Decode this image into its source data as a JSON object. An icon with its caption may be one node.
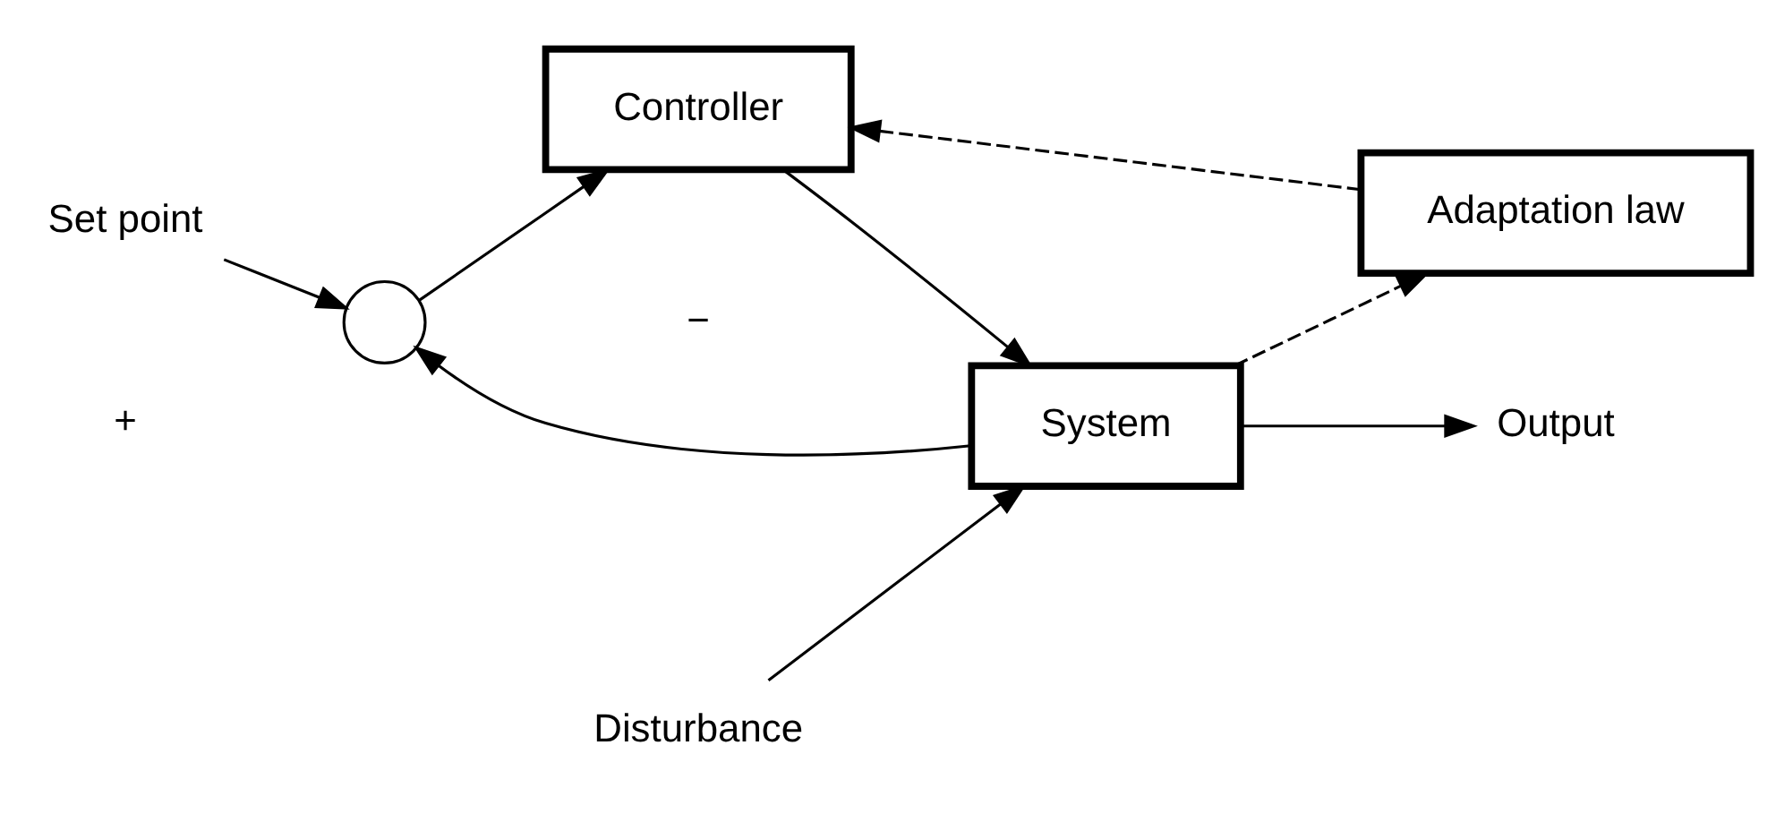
{
  "diagram": {
    "nodes": [
      {
        "text": [
          "Set point"
        ]
      },
      {
        "text": [],
        "shape": "circle"
      },
      {
        "text": [
          "Controller"
        ]
      },
      {
        "text": [
          "System"
        ]
      },
      {
        "text": [
          "Disturbance"
        ]
      },
      {
        "text": [
          "Output"
        ]
      },
      {
        "text": [
          "Adaptation law"
        ]
      }
    ],
    "edges": [
      {
        "from": 0,
        "to": 1,
        "arrow": "to"
      },
      {
        "from": 1,
        "to": 2,
        "arrow": "to"
      },
      {
        "from": 2,
        "to": 3,
        "arrow": "to"
      },
      {
        "from": 4,
        "to": 3,
        "arrow": "to"
      },
      {
        "from": 3,
        "to": 5,
        "arrow": "to"
      },
      {
        "from": 3,
        "to": 1,
        "arrow": "to"
      },
      {
        "from": 3,
        "to": 6,
        "arrow": "to",
        "style": "dashed"
      },
      {
        "from": 6,
        "to": 2,
        "arrow": "to",
        "style": "dashed"
      }
    ],
    "labels": [
      "+",
      "−"
    ]
  }
}
